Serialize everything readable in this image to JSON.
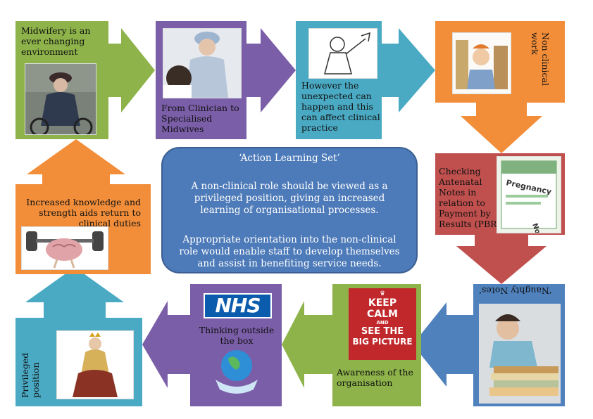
{
  "diagram": {
    "box1_text": "Midwifery is an ever changing environment",
    "box2_text": "From Clinician to Specialised Midwives",
    "box3_text": "However the unexpected can happen and this can affect clinical practice",
    "box4_text": "Non clinical work",
    "box5_text": "Checking Antenatal Notes in relation to Payment by Results (PBR)",
    "box6_text": "‘Naughty Notes’",
    "box7_text": "Awareness of the organisation",
    "box8_text": "Thinking outside the box",
    "box9_text": "Privileged position",
    "box10_text": "Increased knowledge and strength aids return to clinical duties",
    "center_title": "‘Action Learning Set’",
    "center_para1": "A non-clinical role should be viewed as a privileged position, giving an increased learning of organisational processes.",
    "center_para2": "Appropriate orientation into the non-clinical role would enable staff to develop themselves and assist in benefiting service needs.",
    "poster_lines": [
      "KEEP",
      "CALM",
      "AND",
      "SEE THE",
      "BIG PICTURE"
    ],
    "nhs_logo": "NHS",
    "pregnancy_notes_label": "Pregnancy",
    "notes_label": "Notes"
  },
  "colors": {
    "green": "#8db34a",
    "purple": "#7b5ea8",
    "teal": "#4aaac4",
    "orange": "#f28e3a",
    "red": "#c0504d",
    "blue": "#4f81bd",
    "center_fill": "#4d7ab8"
  }
}
